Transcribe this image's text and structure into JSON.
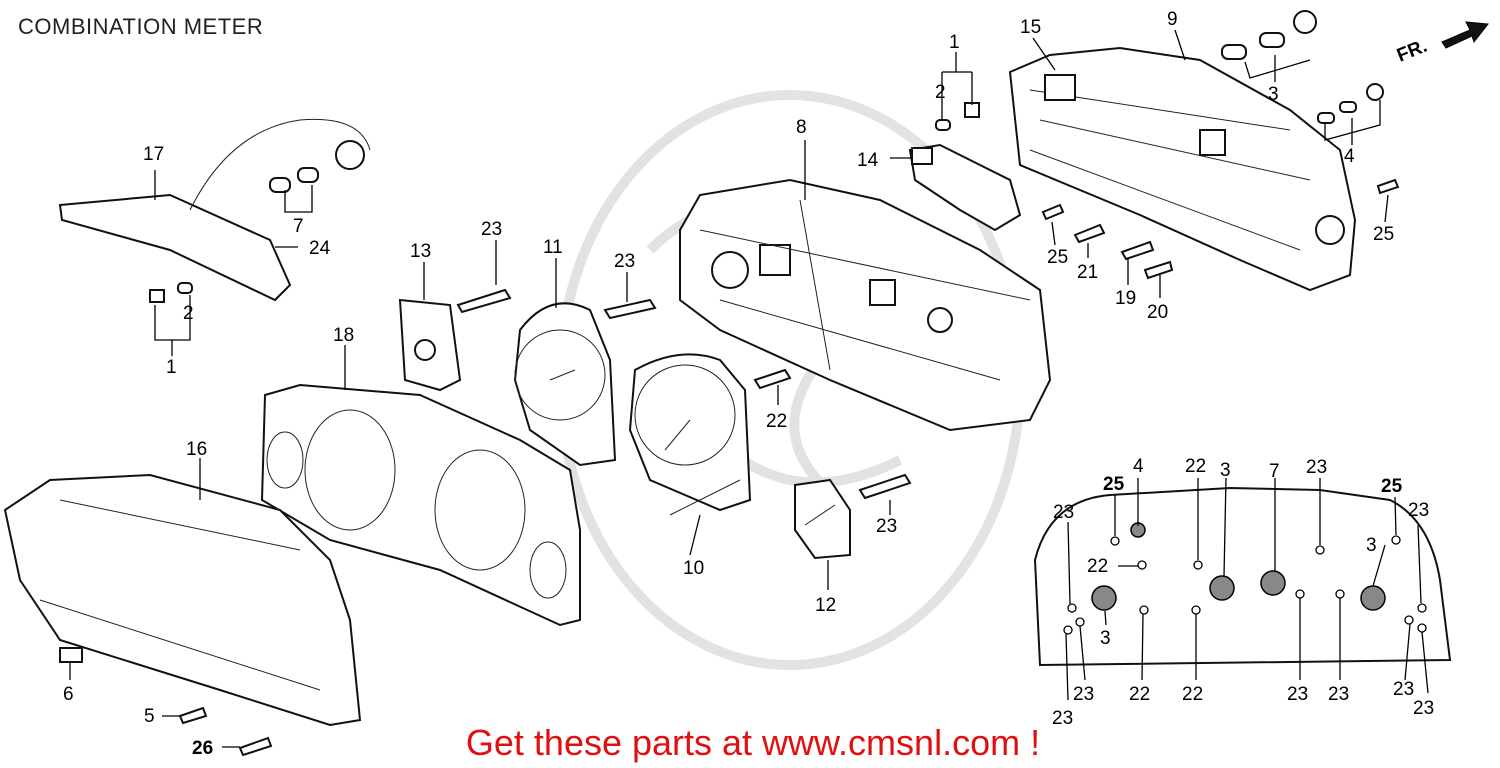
{
  "title": "COMBINATION METER",
  "direction_label": "FR.",
  "watermark": "cmsnl-watermark",
  "promo": "Get these parts at www.cmsnl.com !",
  "callouts": [
    {
      "id": "c1a",
      "text": "1"
    },
    {
      "id": "c2a",
      "text": "2"
    },
    {
      "id": "c15",
      "text": "15"
    },
    {
      "id": "c9",
      "text": "9"
    },
    {
      "id": "c3a",
      "text": "3"
    },
    {
      "id": "c4a",
      "text": "4"
    },
    {
      "id": "c25a",
      "text": "25"
    },
    {
      "id": "c8",
      "text": "8"
    },
    {
      "id": "c14",
      "text": "14"
    },
    {
      "id": "c25b",
      "text": "25"
    },
    {
      "id": "c21",
      "text": "21"
    },
    {
      "id": "c19",
      "text": "19"
    },
    {
      "id": "c20",
      "text": "20"
    },
    {
      "id": "c17",
      "text": "17"
    },
    {
      "id": "c7a",
      "text": "7"
    },
    {
      "id": "c24",
      "text": "24"
    },
    {
      "id": "c2b",
      "text": "2"
    },
    {
      "id": "c1b",
      "text": "1"
    },
    {
      "id": "c13",
      "text": "13"
    },
    {
      "id": "c23a",
      "text": "23"
    },
    {
      "id": "c11",
      "text": "11"
    },
    {
      "id": "c23b",
      "text": "23"
    },
    {
      "id": "c18",
      "text": "18"
    },
    {
      "id": "c22a",
      "text": "22"
    },
    {
      "id": "c16",
      "text": "16"
    },
    {
      "id": "c10",
      "text": "10"
    },
    {
      "id": "c23c",
      "text": "23"
    },
    {
      "id": "c12",
      "text": "12"
    },
    {
      "id": "c6",
      "text": "6"
    },
    {
      "id": "c5",
      "text": "5"
    },
    {
      "id": "c26",
      "text": "26"
    },
    {
      "id": "c4b",
      "text": "4"
    },
    {
      "id": "c22b",
      "text": "22"
    },
    {
      "id": "c3b",
      "text": "3"
    },
    {
      "id": "c7b",
      "text": "7"
    },
    {
      "id": "c23d",
      "text": "23"
    },
    {
      "id": "c25c",
      "text": "25"
    },
    {
      "id": "c25d",
      "text": "25"
    },
    {
      "id": "c23e",
      "text": "23"
    },
    {
      "id": "c23f",
      "text": "23"
    },
    {
      "id": "c22c",
      "text": "22"
    },
    {
      "id": "c3c",
      "text": "3"
    },
    {
      "id": "c3d",
      "text": "3"
    },
    {
      "id": "c23g",
      "text": "23"
    },
    {
      "id": "c22d",
      "text": "22"
    },
    {
      "id": "c22e",
      "text": "22"
    },
    {
      "id": "c23h",
      "text": "23"
    },
    {
      "id": "c23i",
      "text": "23"
    },
    {
      "id": "c23j",
      "text": "23"
    },
    {
      "id": "c23k",
      "text": "23"
    },
    {
      "id": "c23l",
      "text": "23"
    }
  ]
}
